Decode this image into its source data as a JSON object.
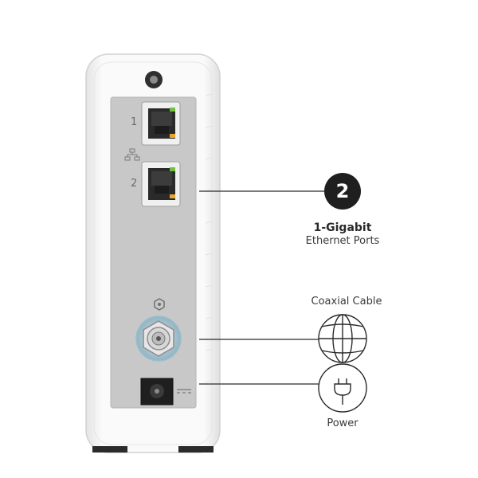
{
  "ports": {
    "port1_number": "1",
    "port2_number": "2"
  },
  "callout_ethernet": {
    "badge_number": "2",
    "title": "1-Gigabit",
    "subtitle": "Ethernet Ports"
  },
  "callout_coax": {
    "label": "Coaxial Cable",
    "icon": "globe-icon"
  },
  "callout_power": {
    "label": "Power",
    "icon": "power-plug-icon"
  },
  "colors": {
    "panel": "#c8c8c8",
    "body": "#f4f4f4",
    "badge": "#1f1f1f",
    "led_green": "#6fc23a",
    "led_amber": "#e9a62b"
  }
}
